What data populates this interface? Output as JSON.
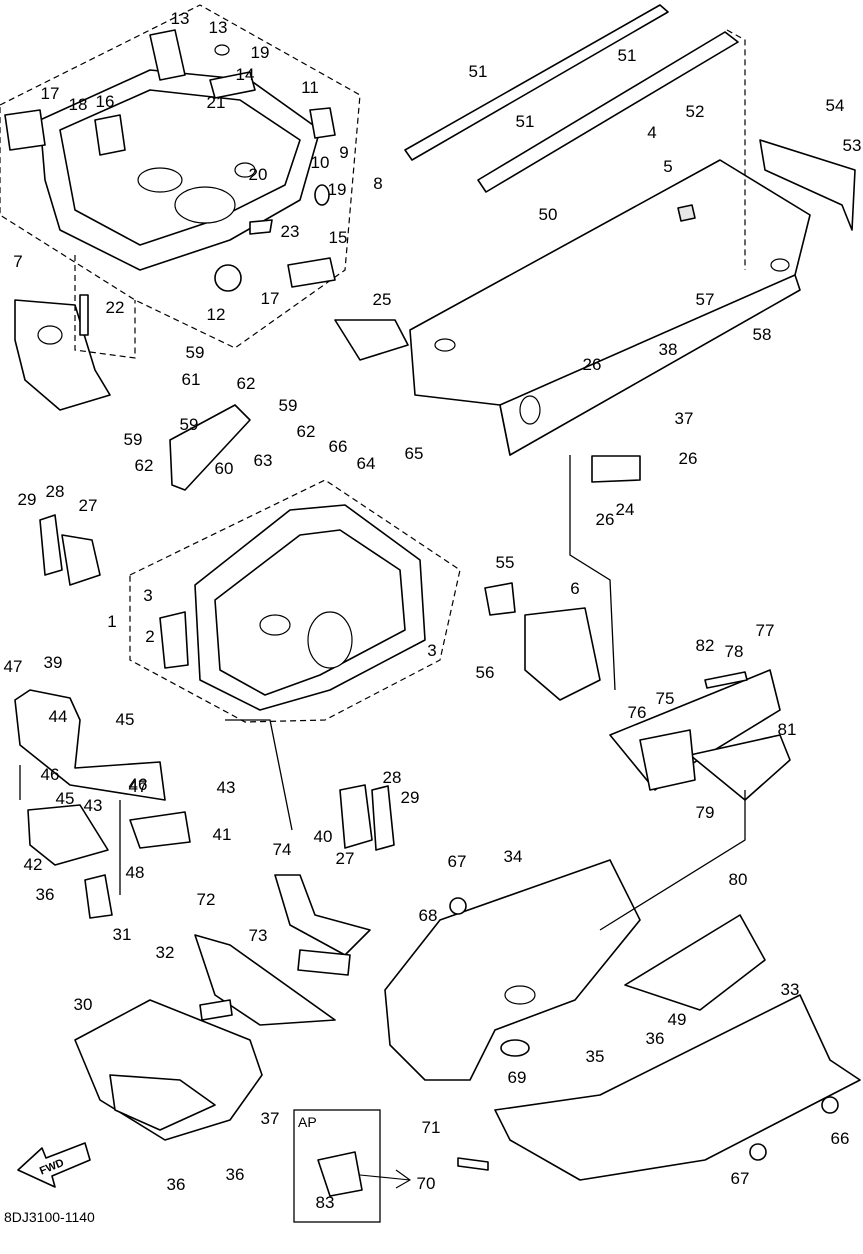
{
  "diagram": {
    "drawing_number": "8DJ3100-1140",
    "fwd_label": "FWD",
    "ap_label": "AP",
    "callouts": [
      "1",
      "2",
      "3",
      "3",
      "4",
      "5",
      "6",
      "7",
      "8",
      "9",
      "10",
      "11",
      "12",
      "13",
      "13",
      "14",
      "15",
      "16",
      "17",
      "17",
      "18",
      "19",
      "19",
      "20",
      "21",
      "22",
      "23",
      "24",
      "25",
      "26",
      "26",
      "26",
      "27",
      "27",
      "28",
      "28",
      "29",
      "29",
      "30",
      "31",
      "32",
      "33",
      "34",
      "35",
      "36",
      "36",
      "36",
      "36",
      "37",
      "37",
      "38",
      "39",
      "40",
      "41",
      "42",
      "43",
      "43",
      "44",
      "45",
      "45",
      "46",
      "46",
      "47",
      "47",
      "48",
      "49",
      "50",
      "51",
      "51",
      "51",
      "52",
      "53",
      "54",
      "55",
      "56",
      "57",
      "58",
      "59",
      "59",
      "59",
      "59",
      "60",
      "61",
      "62",
      "62",
      "62",
      "63",
      "64",
      "65",
      "66",
      "66",
      "67",
      "67",
      "68",
      "69",
      "70",
      "71",
      "72",
      "73",
      "74",
      "75",
      "76",
      "77",
      "78",
      "79",
      "80",
      "81",
      "82",
      "83"
    ]
  }
}
